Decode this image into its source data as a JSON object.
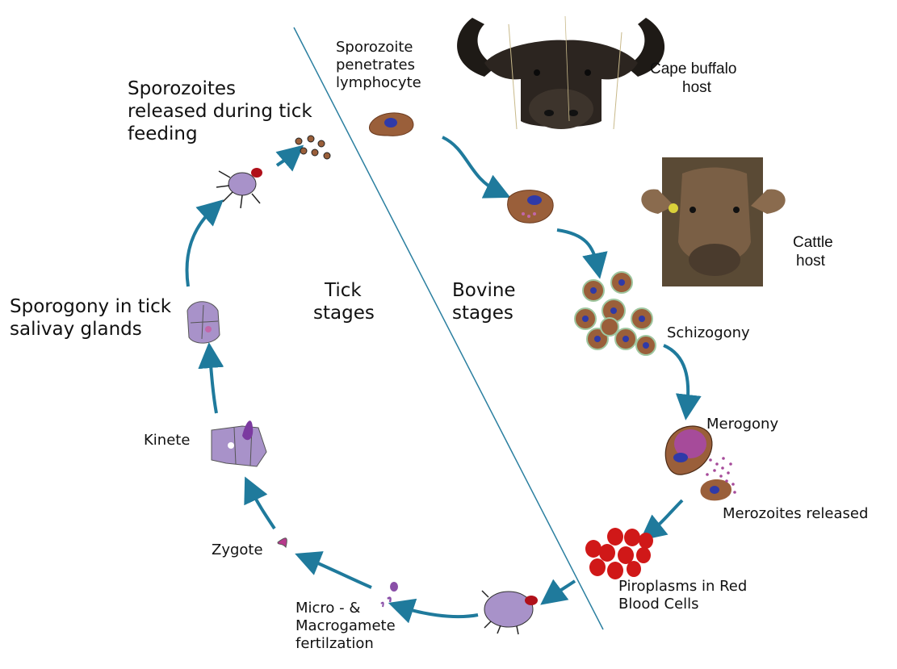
{
  "labels": {
    "sporozoite_penetrates": [
      "Sporozoite",
      "penetrates",
      "lymphocyte"
    ],
    "cape_buffalo": [
      "Cape buffalo",
      "host"
    ],
    "cattle_host": [
      "Cattle",
      "host"
    ],
    "sporozoites_released": [
      "Sporozoites",
      "released during tick",
      "feeding"
    ],
    "sporogony": [
      "Sporogony in tick",
      "salivay glands"
    ],
    "tick_stages": [
      "Tick",
      "stages"
    ],
    "bovine_stages": [
      "Bovine",
      "stages"
    ],
    "schizogony": "Schizogony",
    "merogony": "Merogony",
    "merozoites_released": "Merozoites released",
    "piroplasms": [
      "Piroplasms in Red",
      "Blood Cells"
    ],
    "kinete": "Kinete",
    "zygote": "Zygote",
    "gamete_fertilization": [
      "Micro - &",
      "Macrogamete",
      "fertilzation"
    ]
  },
  "colors": {
    "arrow": "#1f7a9c",
    "divider": "#2b7fa0",
    "cell_brown": "#9a5f3a",
    "cell_purple": "#a892c9",
    "nucleus_blue": "#2f3aa8",
    "rbc_red": "#d01818",
    "tick_head": "#b0101a"
  },
  "icons": [
    "buffalo-image",
    "cattle-image",
    "lymphocyte-icon",
    "infected-lymphocyte-icon",
    "schizont-cluster-icon",
    "merogony-cell-icon",
    "merozoite-icon",
    "red-blood-cells-icon",
    "engorged-tick-icon",
    "gametes-icon",
    "zygote-icon",
    "kinete-gut-cells-icon",
    "salivary-gland-icon",
    "adult-tick-icon",
    "sporozoites-icon"
  ]
}
